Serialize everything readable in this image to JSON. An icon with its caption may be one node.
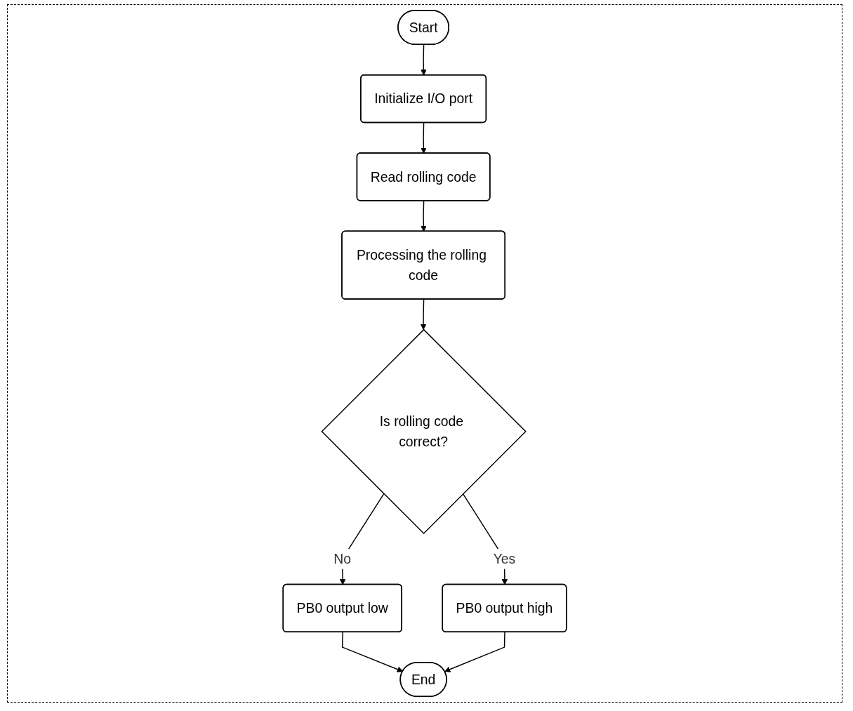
{
  "diagram": {
    "nodes": [
      {
        "text": [
          "Start"
        ]
      },
      {
        "text": [
          "Initialize I/O port"
        ]
      },
      {
        "text": [
          "Read rolling code"
        ]
      },
      {
        "text": [
          "Processing the rolling code"
        ]
      },
      {
        "text": [
          "Is rolling code correct?"
        ]
      },
      {
        "text": [
          "PB0 output low"
        ]
      },
      {
        "text": [
          "PB0 output high"
        ]
      },
      {
        "text": [
          "End"
        ]
      }
    ],
    "edges": [
      {
        "from": 0,
        "to": 1,
        "arrow": "to"
      },
      {
        "from": 1,
        "to": 2,
        "arrow": "to"
      },
      {
        "from": 2,
        "to": 3,
        "arrow": "to"
      },
      {
        "from": 3,
        "to": 4,
        "arrow": "to"
      },
      {
        "from": 4,
        "to": 5,
        "arrow": "to",
        "label": "No"
      },
      {
        "from": 4,
        "to": 6,
        "arrow": "to",
        "label": "Yes"
      },
      {
        "from": 5,
        "to": 7,
        "arrow": "to"
      },
      {
        "from": 6,
        "to": 7,
        "arrow": "to"
      }
    ]
  }
}
